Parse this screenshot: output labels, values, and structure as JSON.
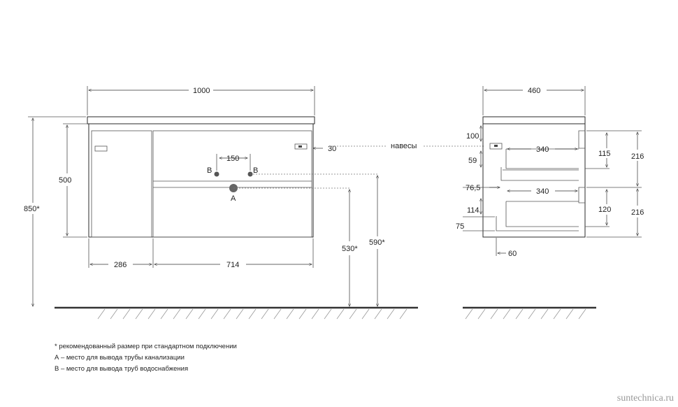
{
  "front_view": {
    "total_width": "1000",
    "body_height": "500",
    "total_height": "850*",
    "pipe_spacing": "150",
    "pipe_b_left": "B",
    "pipe_b_right": "B",
    "pipe_a": "A",
    "hinge_offset": "30",
    "left_section_width": "286",
    "right_section_width": "714",
    "height_530": "530*",
    "height_590": "590*"
  },
  "hinges_label": "навесы",
  "side_view": {
    "depth": "460",
    "dim_100": "100",
    "dim_59": "59",
    "dim_340_top": "340",
    "dim_340_bottom": "340",
    "dim_76_5": "76,5",
    "dim_114": "114",
    "dim_75": "75",
    "dim_60": "60",
    "dim_115": "115",
    "dim_120": "120",
    "dim_216_top": "216",
    "dim_216_bottom": "216"
  },
  "notes": {
    "recommended": "* рекомендованный размер при стандартном подключении",
    "a_point": "А – место для вывода трубы канализации",
    "b_point": "В – место для вывода труб водоснабжения"
  },
  "watermark": "suntechnica.ru"
}
